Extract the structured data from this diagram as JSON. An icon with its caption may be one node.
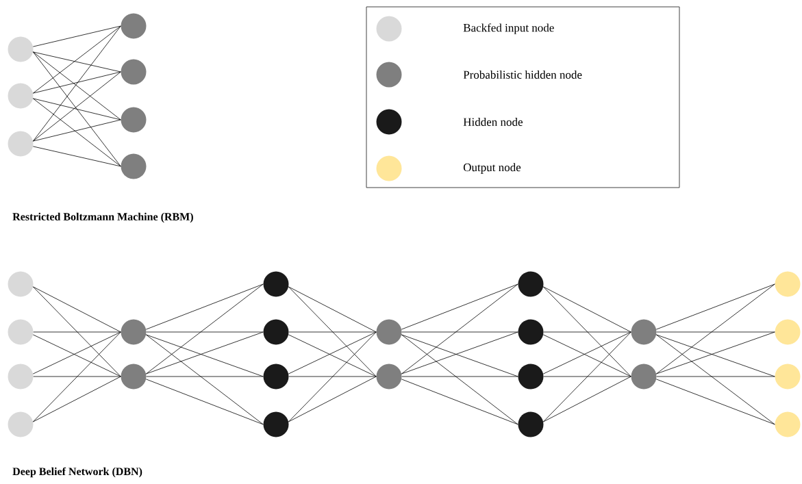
{
  "diagram": {
    "nodes": [
      {
        "text": [],
        "shape": "circle"
      },
      {
        "text": [],
        "shape": "circle"
      },
      {
        "text": [],
        "shape": "circle"
      },
      {
        "text": [],
        "shape": "circle"
      },
      {
        "text": [],
        "shape": "circle"
      },
      {
        "text": [],
        "shape": "circle"
      },
      {
        "text": [],
        "shape": "circle"
      },
      {
        "text": [],
        "shape": "circle"
      },
      {
        "text": [],
        "shape": "circle"
      },
      {
        "text": [],
        "shape": "circle"
      },
      {
        "text": [],
        "shape": "circle"
      },
      {
        "text": [],
        "shape": "circle"
      },
      {
        "text": [],
        "shape": "circle"
      },
      {
        "text": [],
        "shape": "circle"
      },
      {
        "text": [],
        "shape": "circle"
      },
      {
        "text": [],
        "shape": "circle"
      },
      {
        "text": [],
        "shape": "circle"
      },
      {
        "text": [],
        "shape": "circle"
      },
      {
        "text": [],
        "shape": "circle"
      },
      {
        "text": [],
        "shape": "circle"
      },
      {
        "text": [],
        "shape": "circle"
      },
      {
        "text": [],
        "shape": "circle"
      },
      {
        "text": [],
        "shape": "circle"
      },
      {
        "text": [],
        "shape": "circle"
      },
      {
        "text": [],
        "shape": "circle"
      },
      {
        "text": [],
        "shape": "circle"
      },
      {
        "text": [],
        "shape": "circle"
      },
      {
        "text": [],
        "shape": "circle"
      },
      {
        "text": [],
        "shape": "circle"
      }
    ],
    "edges": [
      {
        "from": 0,
        "to": 3,
        "arrow": "none"
      },
      {
        "from": 0,
        "to": 4,
        "arrow": "none"
      },
      {
        "from": 0,
        "to": 5,
        "arrow": "none"
      },
      {
        "from": 0,
        "to": 6,
        "arrow": "none"
      },
      {
        "from": 1,
        "to": 3,
        "arrow": "none"
      },
      {
        "from": 1,
        "to": 4,
        "arrow": "none"
      },
      {
        "from": 1,
        "to": 5,
        "arrow": "none"
      },
      {
        "from": 1,
        "to": 6,
        "arrow": "none"
      },
      {
        "from": 2,
        "to": 3,
        "arrow": "none"
      },
      {
        "from": 2,
        "to": 4,
        "arrow": "none"
      },
      {
        "from": 2,
        "to": 5,
        "arrow": "none"
      },
      {
        "from": 2,
        "to": 6,
        "arrow": "none"
      },
      {
        "from": 7,
        "to": 11,
        "arrow": "none"
      },
      {
        "from": 7,
        "to": 12,
        "arrow": "none"
      },
      {
        "from": 8,
        "to": 11,
        "arrow": "none"
      },
      {
        "from": 8,
        "to": 12,
        "arrow": "none"
      },
      {
        "from": 9,
        "to": 11,
        "arrow": "none"
      },
      {
        "from": 9,
        "to": 12,
        "arrow": "none"
      },
      {
        "from": 10,
        "to": 11,
        "arrow": "none"
      },
      {
        "from": 10,
        "to": 12,
        "arrow": "none"
      },
      {
        "from": 11,
        "to": 13,
        "arrow": "none"
      },
      {
        "from": 11,
        "to": 14,
        "arrow": "none"
      },
      {
        "from": 11,
        "to": 15,
        "arrow": "none"
      },
      {
        "from": 11,
        "to": 16,
        "arrow": "none"
      },
      {
        "from": 12,
        "to": 13,
        "arrow": "none"
      },
      {
        "from": 12,
        "to": 14,
        "arrow": "none"
      },
      {
        "from": 12,
        "to": 15,
        "arrow": "none"
      },
      {
        "from": 12,
        "to": 16,
        "arrow": "none"
      },
      {
        "from": 13,
        "to": 17,
        "arrow": "none"
      },
      {
        "from": 13,
        "to": 18,
        "arrow": "none"
      },
      {
        "from": 14,
        "to": 17,
        "arrow": "none"
      },
      {
        "from": 14,
        "to": 18,
        "arrow": "none"
      },
      {
        "from": 15,
        "to": 17,
        "arrow": "none"
      },
      {
        "from": 15,
        "to": 18,
        "arrow": "none"
      },
      {
        "from": 16,
        "to": 17,
        "arrow": "none"
      },
      {
        "from": 16,
        "to": 18,
        "arrow": "none"
      },
      {
        "from": 17,
        "to": 19,
        "arrow": "none"
      },
      {
        "from": 17,
        "to": 20,
        "arrow": "none"
      },
      {
        "from": 17,
        "to": 21,
        "arrow": "none"
      },
      {
        "from": 17,
        "to": 22,
        "arrow": "none"
      },
      {
        "from": 18,
        "to": 19,
        "arrow": "none"
      },
      {
        "from": 18,
        "to": 20,
        "arrow": "none"
      },
      {
        "from": 18,
        "to": 21,
        "arrow": "none"
      },
      {
        "from": 18,
        "to": 22,
        "arrow": "none"
      },
      {
        "from": 19,
        "to": 23,
        "arrow": "none"
      },
      {
        "from": 19,
        "to": 24,
        "arrow": "none"
      },
      {
        "from": 20,
        "to": 23,
        "arrow": "none"
      },
      {
        "from": 20,
        "to": 24,
        "arrow": "none"
      },
      {
        "from": 21,
        "to": 23,
        "arrow": "none"
      },
      {
        "from": 21,
        "to": 24,
        "arrow": "none"
      },
      {
        "from": 22,
        "to": 23,
        "arrow": "none"
      },
      {
        "from": 22,
        "to": 24,
        "arrow": "none"
      },
      {
        "from": 23,
        "to": 25,
        "arrow": "none"
      },
      {
        "from": 23,
        "to": 26,
        "arrow": "none"
      },
      {
        "from": 23,
        "to": 27,
        "arrow": "none"
      },
      {
        "from": 23,
        "to": 28,
        "arrow": "none"
      },
      {
        "from": 24,
        "to": 25,
        "arrow": "none"
      },
      {
        "from": 24,
        "to": 26,
        "arrow": "none"
      },
      {
        "from": 24,
        "to": 27,
        "arrow": "none"
      },
      {
        "from": 24,
        "to": 28,
        "arrow": "none"
      }
    ],
    "labels": [
      "Restricted Boltzmann Machine (RBM)",
      "Deep Belief Network (DBN)"
    ],
    "legend": [
      {
        "text": "Backfed input node",
        "color": "#d9d9d9"
      },
      {
        "text": "Probabilistic hidden node",
        "color": "#7f7f7f"
      },
      {
        "text": "Hidden node",
        "color": "#1a1a1a"
      },
      {
        "text": "Output node",
        "color": "#ffe699"
      }
    ]
  }
}
